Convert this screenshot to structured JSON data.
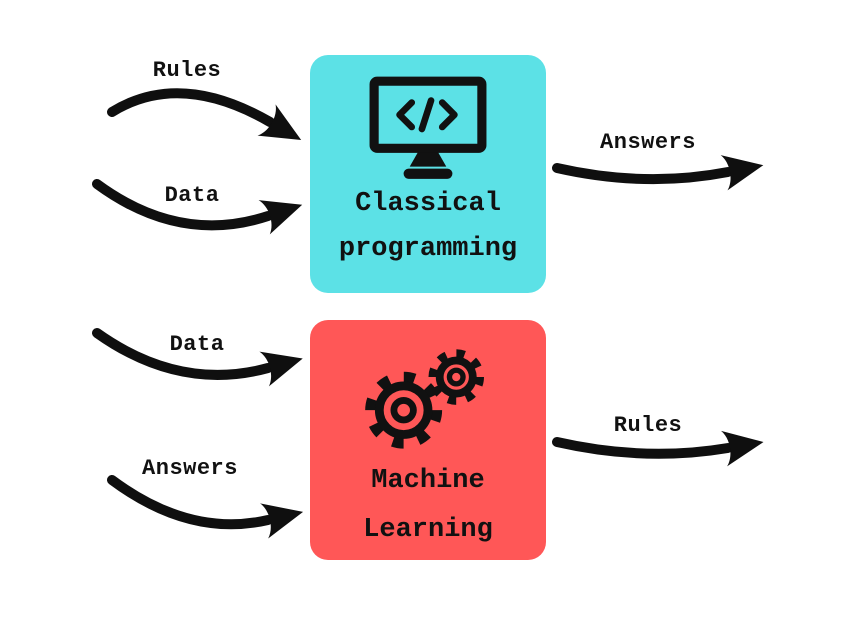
{
  "title": "Classical programming vs Machine Learning diagram",
  "colors": {
    "background": "#ffffff",
    "ink": "#111111",
    "classical_box": "#5ce1e6",
    "ml_box": "#ff5757"
  },
  "classical": {
    "inputs": [
      {
        "label": "Rules"
      },
      {
        "label": "Data"
      }
    ],
    "title_line1": "Classical",
    "title_line2": "programming",
    "output": "Answers",
    "icon": "computer-monitor-code-icon"
  },
  "ml": {
    "inputs": [
      {
        "label": "Data"
      },
      {
        "label": "Answers"
      }
    ],
    "title_line1": "Machine",
    "title_line2": "Learning",
    "output": "Rules",
    "icon": "gears-icon"
  }
}
